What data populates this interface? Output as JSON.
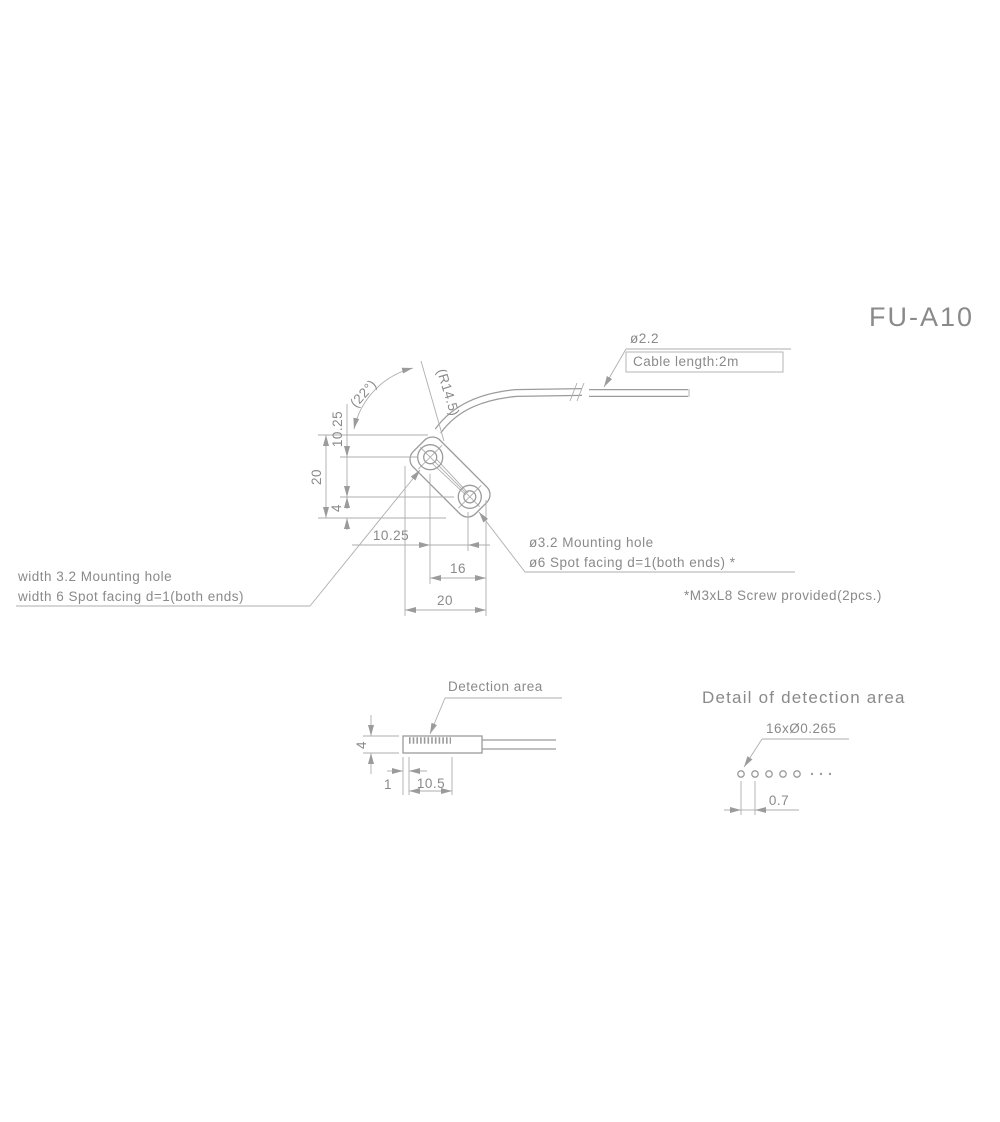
{
  "drawing": {
    "model": "FU-A10",
    "colors": {
      "background": "#ffffff",
      "line": "#9b9b9b",
      "text": "#8a8a8a"
    }
  },
  "main_view": {
    "cable": {
      "diameter": "ø2.2",
      "length_note": "Cable length:2m",
      "bend_radius": "(R14.5)",
      "exit_angle": "(22°)"
    },
    "dimensions": {
      "hole_offset_vertical": "10.25",
      "overall_height": "20",
      "hole_to_edge": "4",
      "hole_offset_horizontal": "10.25",
      "hole_spacing": "16",
      "overall_width": "20"
    },
    "labels": {
      "round_hole_line1": "ø3.2 Mounting hole",
      "round_hole_line2": "ø6 Spot facing d=1(both ends) *",
      "slot_hole_line1": "width 3.2 Mounting hole",
      "slot_hole_line2": "width 6 Spot facing d=1(both ends)",
      "screw_note": "*M3xL8 Screw provided(2pcs.)"
    }
  },
  "side_view": {
    "detection_area_label": "Detection area",
    "dimensions": {
      "height": "4",
      "edge_offset": "1",
      "detection_length": "10.5"
    }
  },
  "detail_view": {
    "title": "Detail of detection area",
    "fiber_count_label": "16xØ0.265",
    "fiber_pitch": "0.7"
  }
}
